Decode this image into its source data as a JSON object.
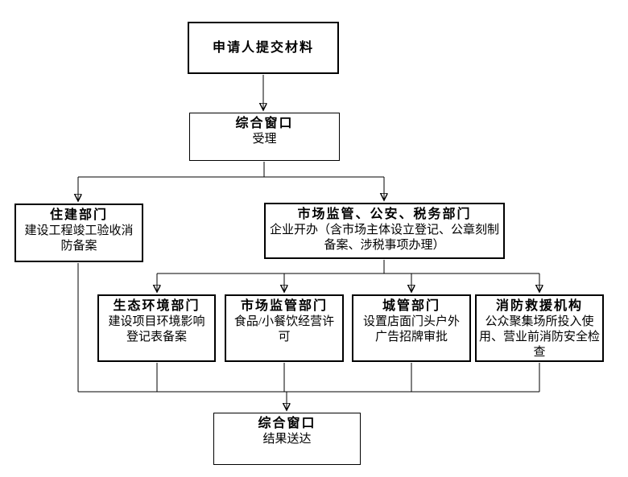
{
  "style": {
    "background": "#ffffff",
    "box_background": "#ffffff",
    "border_color": "#000000",
    "text_color": "#000000",
    "connector_color": "#000000"
  },
  "nodes": {
    "submit": {
      "title": "申请人提交材料"
    },
    "accept": {
      "title": "综合窗口",
      "subtitle": "受理"
    },
    "housing": {
      "title": "住建部门",
      "subtitle": "建设工程竣工验收消\n防备案"
    },
    "market_main": {
      "title": "市场监管、公安、税务部门",
      "subtitle": "企业开办（含市场主体设立登记、公章刻制\n备案、涉税事项办理）"
    },
    "eco": {
      "title": "生态环境部门",
      "subtitle": "建设项目环境影响\n登记表备案"
    },
    "market": {
      "title": "市场监管部门",
      "subtitle": "食品/小餐饮经营许\n可"
    },
    "urban": {
      "title": "城管部门",
      "subtitle": "设置店面门头户外\n广告招牌审批"
    },
    "fire": {
      "title": "消防救援机构",
      "subtitle": "公众聚集场所投入使\n用、营业前消防安全检\n查"
    },
    "result": {
      "title": "综合窗口",
      "subtitle": "结果送达"
    }
  }
}
